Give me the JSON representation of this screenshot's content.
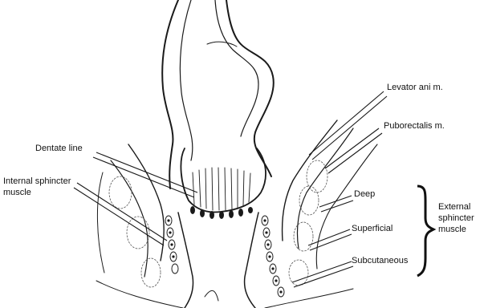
{
  "labels": {
    "levator_ani": "Levator ani m.",
    "puborectalis": "Puborectalis m.",
    "dentate_line": "Dentate line",
    "internal_sphincter_line1": "Internal sphincter",
    "internal_sphincter_line2": "muscle",
    "deep": "Deep",
    "superficial": "Superficial",
    "subcutaneous": "Subcutaneous",
    "external_line1": "External",
    "external_line2": "sphincter",
    "external_line3": "muscle"
  },
  "colors": {
    "ink": "#111111",
    "stipple": "#555555",
    "background": "#ffffff"
  }
}
